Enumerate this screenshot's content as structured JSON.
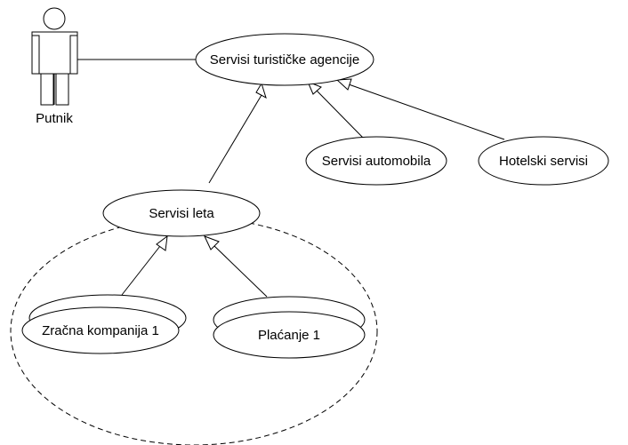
{
  "actor": {
    "label": "Putnik"
  },
  "use_cases": {
    "agency": "Servisi turističke agencije",
    "cars": "Servisi automobila",
    "hotels": "Hotelski servisi",
    "flights": "Servisi leta",
    "airline": "Zračna kompanija 1",
    "payment": "Plaćanje 1"
  }
}
